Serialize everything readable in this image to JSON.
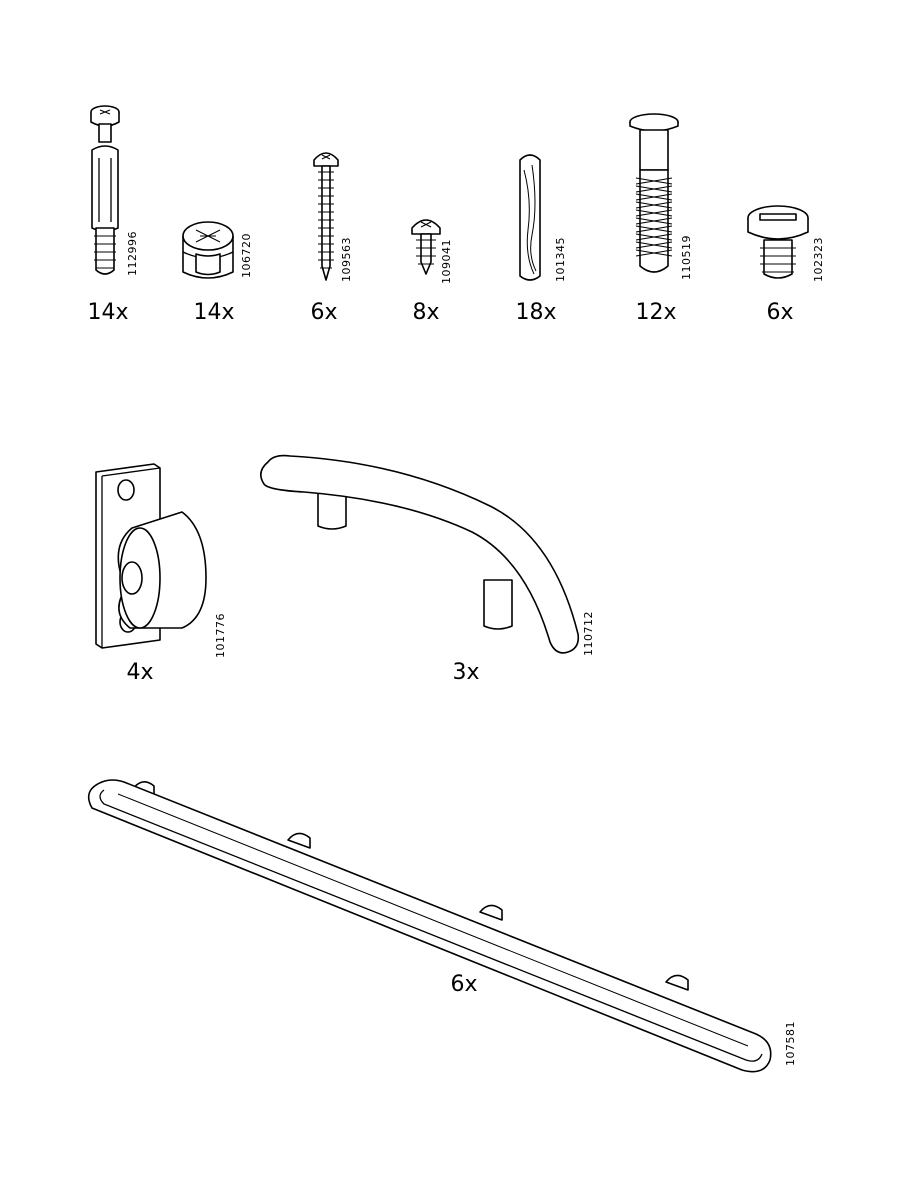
{
  "parts": [
    {
      "code": "112996",
      "qty": "14x",
      "icon": "cam-lock-bolt-icon"
    },
    {
      "code": "106720",
      "qty": "14x",
      "icon": "cam-lock-nut-icon"
    },
    {
      "code": "109563",
      "qty": "6x",
      "icon": "long-screw-icon"
    },
    {
      "code": "109041",
      "qty": "8x",
      "icon": "short-screw-icon"
    },
    {
      "code": "101345",
      "qty": "18x",
      "icon": "wooden-dowel-icon"
    },
    {
      "code": "110519",
      "qty": "12x",
      "icon": "plastic-anchor-icon"
    },
    {
      "code": "102323",
      "qty": "6x",
      "icon": "slotted-screw-icon"
    },
    {
      "code": "101776",
      "qty": "4x",
      "icon": "magnetic-catch-icon"
    },
    {
      "code": "110712",
      "qty": "3x",
      "icon": "curved-handle-icon"
    },
    {
      "code": "107581",
      "qty": "6x",
      "icon": "rail-handle-icon"
    }
  ]
}
